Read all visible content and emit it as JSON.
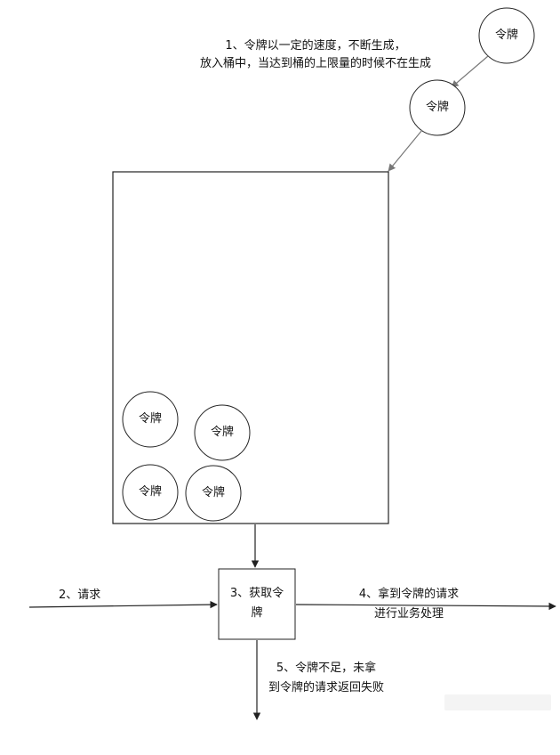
{
  "tokens": {
    "label": "令牌"
  },
  "steps": {
    "s1_line1": "1、令牌以一定的速度，不断生成，",
    "s1_line2": "放入桶中，当达到桶的上限量的时候不在生成",
    "s2": "2、请求",
    "s3_line1": "3、获取令",
    "s3_line2": "牌",
    "s4_line1": "4、拿到令牌的请求",
    "s4_line2": "进行业务处理",
    "s5_line1": "5、令牌不足，未拿",
    "s5_line2": "到令牌的请求返回失败"
  },
  "colors": {
    "stroke": "#222222",
    "arrow_gray": "#777777",
    "background": "#ffffff"
  }
}
